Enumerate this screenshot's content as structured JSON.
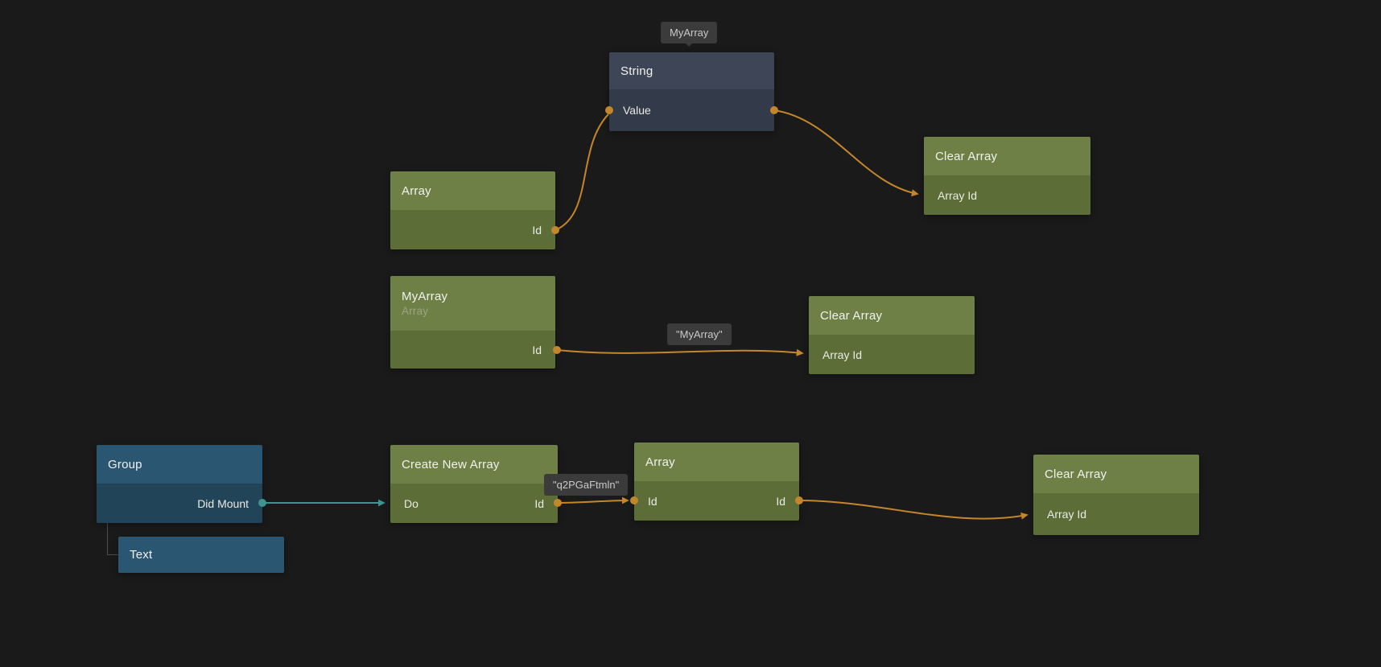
{
  "editor": {
    "background": "#1a1a1a"
  },
  "nodes": {
    "string_node": {
      "title": "String",
      "input_label": "Value",
      "badge": "MyArray"
    },
    "array_top": {
      "title": "Array",
      "output_label": "Id"
    },
    "clear_array_top": {
      "title": "Clear Array",
      "input_label": "Array Id"
    },
    "myarray_node": {
      "title": "MyArray",
      "subtitle": "Array",
      "output_label": "Id"
    },
    "clear_array_middle": {
      "title": "Clear Array",
      "input_label": "Array Id"
    },
    "group_node": {
      "title": "Group",
      "output_label": "Did Mount"
    },
    "text_node": {
      "title": "Text"
    },
    "create_new_array": {
      "title": "Create New Array",
      "input_label": "Do",
      "output_label": "Id"
    },
    "array_bottom": {
      "title": "Array",
      "input_label": "Id",
      "output_label": "Id"
    },
    "clear_array_bottom": {
      "title": "Clear Array",
      "input_label": "Array Id"
    }
  },
  "wire_labels": {
    "myarray_connection": "\"MyArray\"",
    "created_id_connection": "\"q2PGaFtmln\""
  },
  "colors": {
    "wire_orange": "#c4862b",
    "wire_teal": "#3f948f",
    "green_node_header": "#6e8045",
    "green_node_body": "#5c6d38",
    "slate_node_header": "#3e4556",
    "blue_node_header": "#2b5671",
    "label_background": "#3b3b3b"
  }
}
